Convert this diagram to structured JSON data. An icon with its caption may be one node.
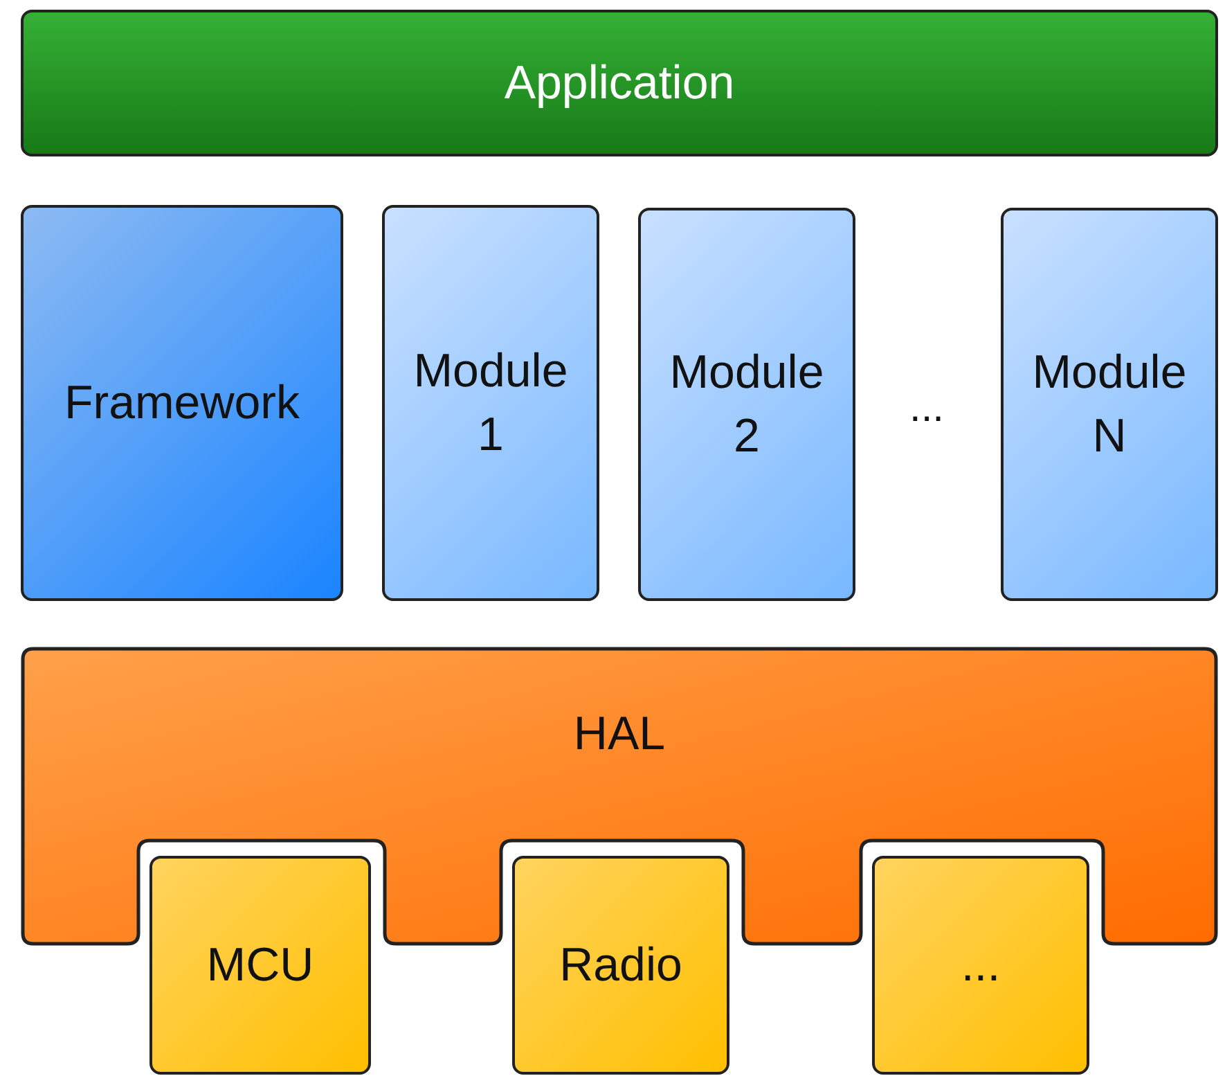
{
  "diagram": {
    "nodes": [
      {
        "text": [
          "Application"
        ]
      },
      {
        "text": [
          "Framework"
        ]
      },
      {
        "text": [
          "Module 1"
        ]
      },
      {
        "text": [
          "Module 2"
        ]
      },
      {
        "text": [
          "Module N"
        ]
      },
      {
        "text": [
          "HAL"
        ]
      },
      {
        "text": [
          "MCU"
        ]
      },
      {
        "text": [
          "Radio"
        ]
      },
      {
        "text": [
          "..."
        ]
      }
    ],
    "labels": [
      "..."
    ]
  }
}
